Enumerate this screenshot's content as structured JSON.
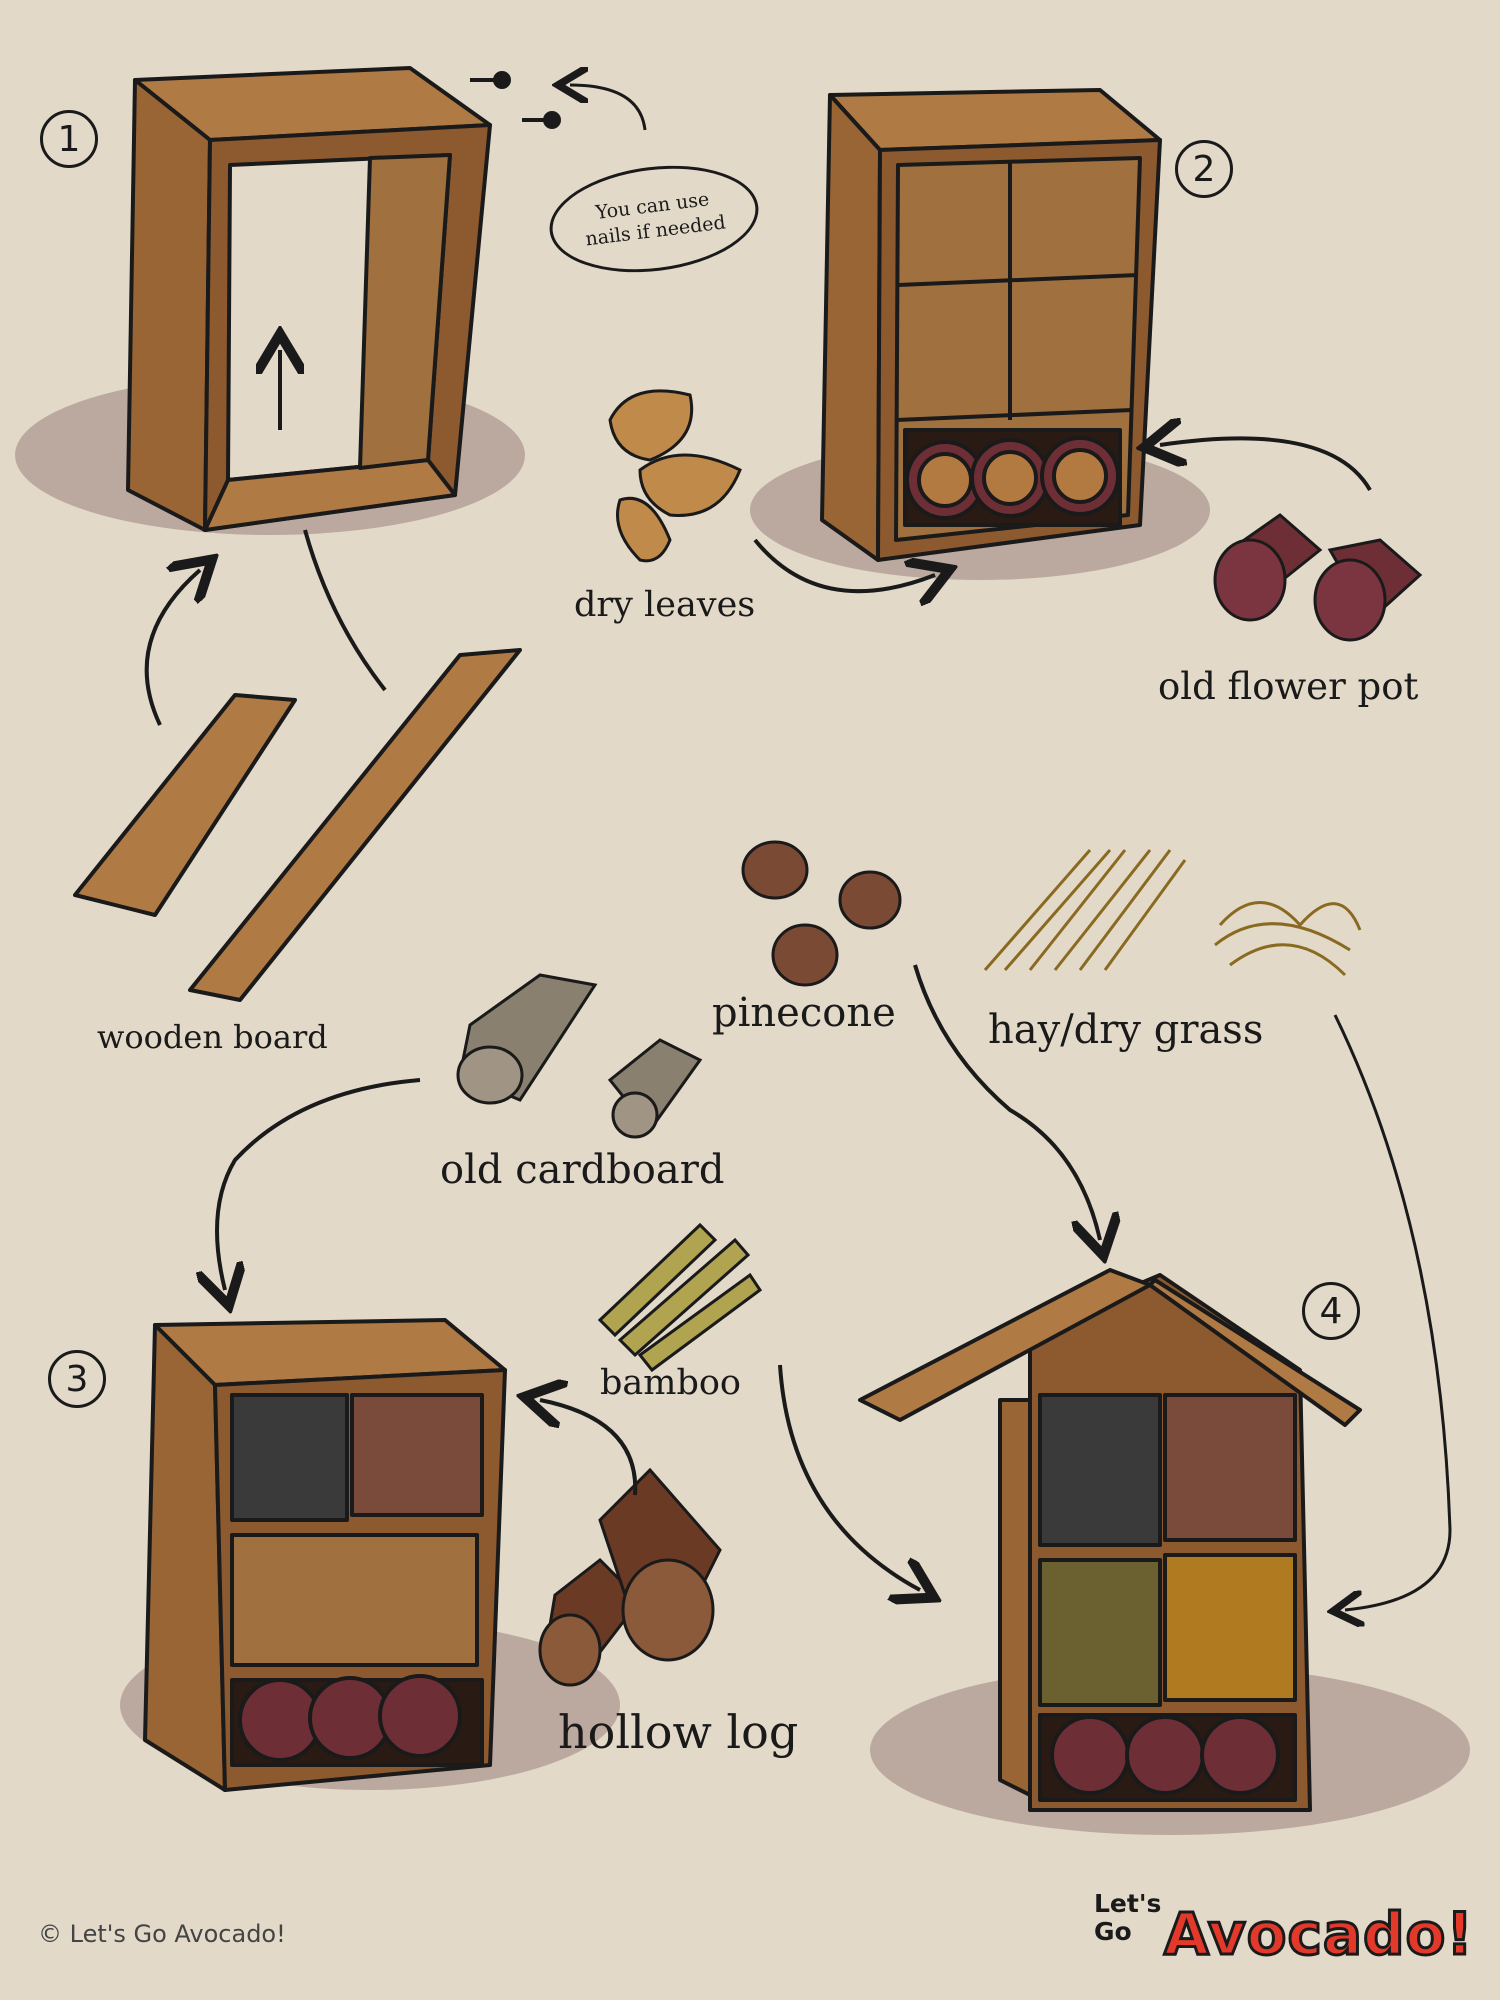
{
  "steps": {
    "step1": "1",
    "step2": "2",
    "step3": "3",
    "step4": "4"
  },
  "note": {
    "line1": "You can use",
    "line2": "nails if needed"
  },
  "labels": {
    "wooden_board": "wooden board",
    "dry_leaves": "dry leaves",
    "old_flower_pot": "old flower pot",
    "pinecone": "pinecone",
    "hay_dry_grass": "hay/dry grass",
    "old_cardboard": "old cardboard",
    "bamboo": "bamboo",
    "hollow_log": "hollow log"
  },
  "footer": {
    "copyright": "© Let's Go Avocado!",
    "logo_lets_go": "Let's Go",
    "logo_brand": "Avocado!"
  },
  "colors": {
    "background": "#e2d9c9",
    "wood": "#a0703f",
    "shadow": "#bba89f",
    "pot": "#6e2e35",
    "brand_red": "#e2392b"
  }
}
